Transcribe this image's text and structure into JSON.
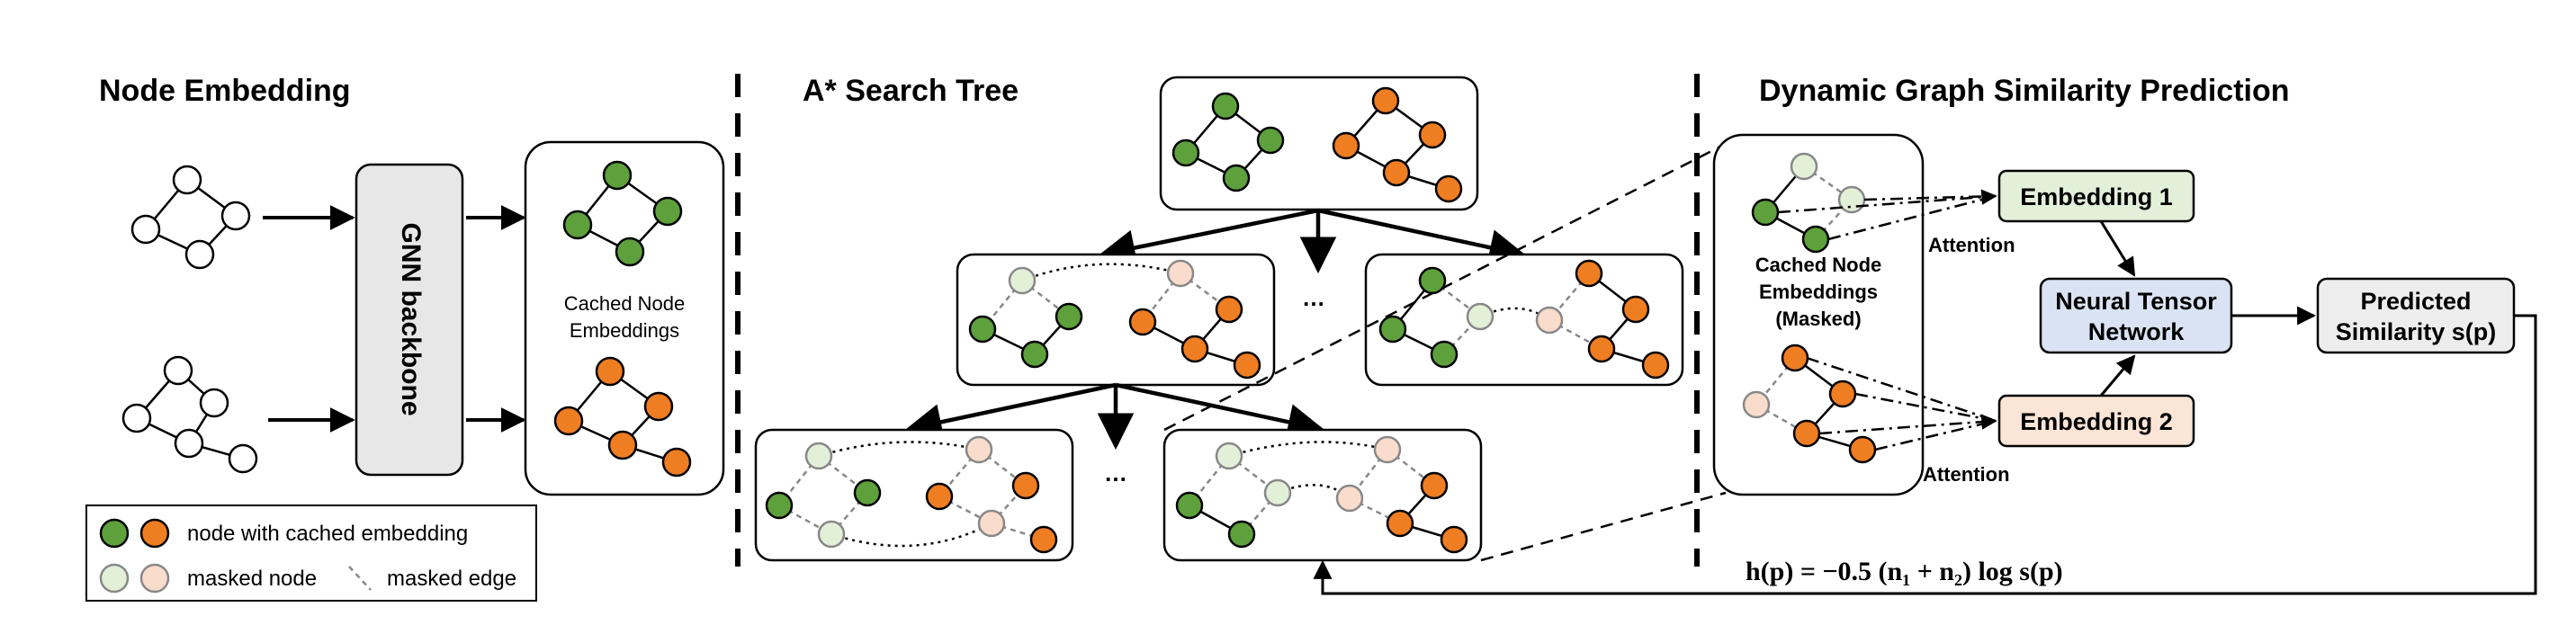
{
  "sections": {
    "node_embedding": "Node Embedding",
    "search_tree": "A* Search Tree",
    "prediction": "Dynamic Graph Similarity Prediction"
  },
  "gnn_backbone": "GNN backbone",
  "cached_embeddings": {
    "line1": "Cached Node",
    "line2": "Embeddings"
  },
  "cached_masked": {
    "line1": "Cached Node",
    "line2": "Embeddings",
    "line3": "(Masked)"
  },
  "attention_top": "Attention",
  "attention_bottom": "Attention",
  "embedding1": "Embedding 1",
  "embedding2": "Embedding 2",
  "ntn": {
    "line1": "Neural Tensor",
    "line2": "Network"
  },
  "predicted": {
    "line1": "Predicted",
    "line2": "Similarity s(p)"
  },
  "formula": "h(p) = −0.5 (n₁ + n₂) log s(p)",
  "ellipsis": "…",
  "legend": {
    "cached": "node with cached embedding",
    "masked_node": "masked node",
    "masked_edge": "masked edge"
  },
  "colors": {
    "green": "#5ea03c",
    "orange": "#ef7d22",
    "light_green": "#e3f0d8",
    "light_orange": "#f9dccb",
    "embedding1_fill": "#e2f0d9",
    "embedding2_fill": "#fbe5d6",
    "ntn_fill": "#dae3f3",
    "pred_fill": "#ededed",
    "gnn_fill": "#e7e7e7"
  }
}
